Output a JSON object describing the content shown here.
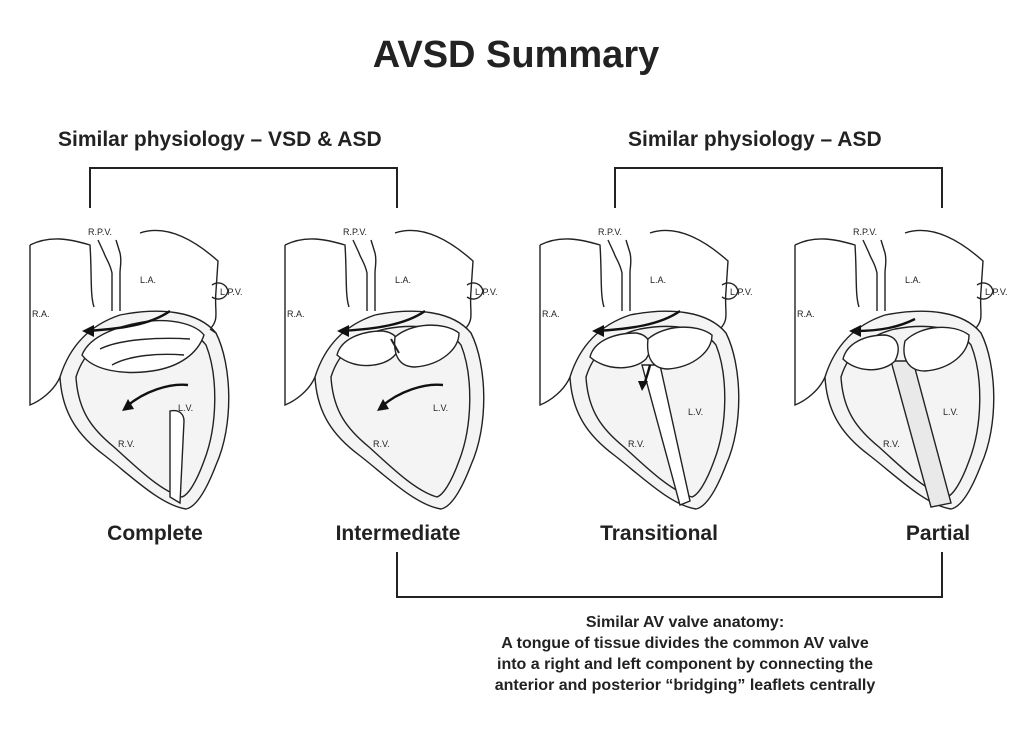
{
  "title": "AVSD Summary",
  "groups": {
    "vsd_asd": "Similar physiology – VSD & ASD",
    "asd": "Similar physiology – ASD"
  },
  "hearts": [
    {
      "caption": "Complete",
      "labels": {
        "rpv": "R.P.V.",
        "la": "L.A.",
        "lpv": "L.P.V.",
        "ra": "R.A.",
        "lv": "L.V.",
        "rv": "R.V."
      }
    },
    {
      "caption": "Intermediate",
      "labels": {
        "rpv": "R.P.V.",
        "la": "L.A.",
        "lpv": "L.P.V.",
        "ra": "R.A.",
        "lv": "L.V.",
        "rv": "R.V."
      }
    },
    {
      "caption": "Transitional",
      "labels": {
        "rpv": "R.P.V.",
        "la": "L.A.",
        "lpv": "L.P.V.",
        "ra": "R.A.",
        "lv": "L.V.",
        "rv": "R.V."
      }
    },
    {
      "caption": "Partial",
      "labels": {
        "rpv": "R.P.V.",
        "la": "L.A.",
        "lpv": "L.P.V.",
        "ra": "R.A.",
        "lv": "L.V.",
        "rv": "R.V."
      }
    }
  ],
  "valve_note": {
    "line1": "Similar AV valve anatomy:",
    "line2": "A tongue of tissue divides the common AV valve",
    "line3": "into a right and left component by connecting the",
    "line4": "anterior and posterior “bridging” leaflets centrally"
  },
  "colors": {
    "ink": "#222222",
    "background": "#ffffff",
    "tissue": "#f4f4f4"
  }
}
